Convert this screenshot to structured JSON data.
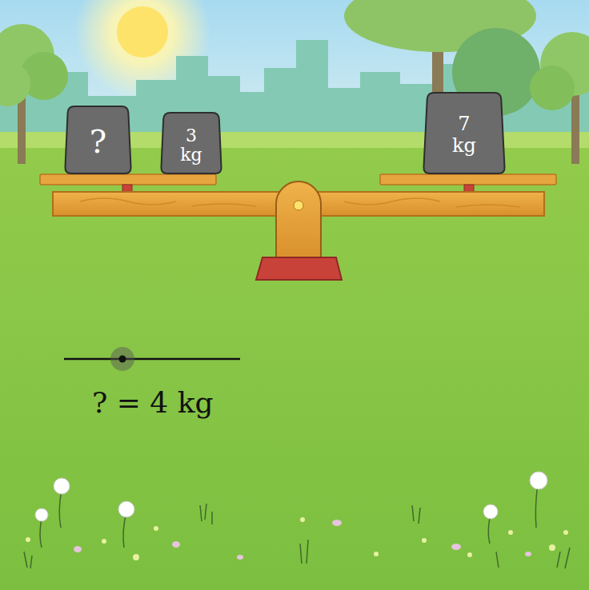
{
  "diagram": {
    "nodes": [
      {
        "text": [
          "?"
        ]
      },
      {
        "text": [
          "3 kg"
        ]
      },
      {
        "text": [
          "7 kg"
        ]
      }
    ],
    "labels": [
      "? = 4 kg"
    ]
  }
}
